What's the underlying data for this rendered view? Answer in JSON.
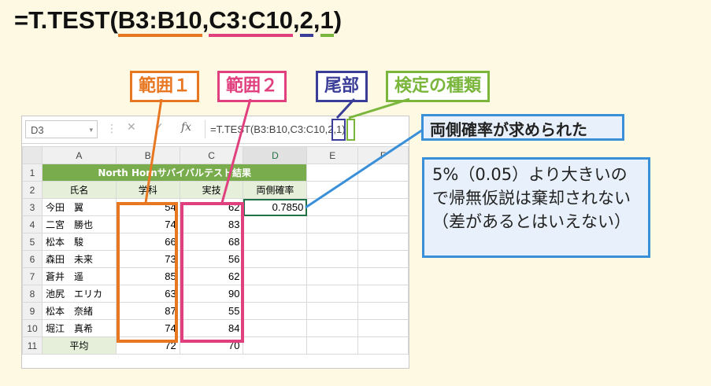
{
  "formula": {
    "prefix": "=T.TEST(",
    "arg1": "B3:B10",
    "comma1": ",",
    "arg2": "C3:C10",
    "comma2": ",",
    "arg3": "2",
    "comma3": ",",
    "arg4": "1",
    "suffix": ")"
  },
  "tags": {
    "range1": "範囲１",
    "range2": "範囲２",
    "tail": "尾部",
    "type": "検定の種類"
  },
  "excel": {
    "name_box": "D3",
    "name_box_dropdown": "▾",
    "cancel_icon": "✕",
    "enter_icon": "✓",
    "fx_label": "fx",
    "formula_bar": "=T.TEST(B3:B10,C3:C10,2,1)",
    "columns": [
      "A",
      "B",
      "C",
      "D",
      "E",
      "F"
    ],
    "title": "North Hornサバイバルテスト結果",
    "headers": [
      "氏名",
      "学科",
      "実技",
      "両側確率"
    ],
    "rows": [
      {
        "num": "3",
        "name": "今田　翼",
        "b": "54",
        "c": "62",
        "d": "0.7850"
      },
      {
        "num": "4",
        "name": "二宮　勝也",
        "b": "74",
        "c": "83",
        "d": ""
      },
      {
        "num": "5",
        "name": "松本　駿",
        "b": "66",
        "c": "68",
        "d": ""
      },
      {
        "num": "6",
        "name": "森田　未来",
        "b": "73",
        "c": "56",
        "d": ""
      },
      {
        "num": "7",
        "name": "蒼井　遥",
        "b": "85",
        "c": "62",
        "d": ""
      },
      {
        "num": "8",
        "name": "池尻　エリカ",
        "b": "63",
        "c": "90",
        "d": ""
      },
      {
        "num": "9",
        "name": "松本　奈緒",
        "b": "87",
        "c": "55",
        "d": ""
      },
      {
        "num": "10",
        "name": "堀江　真希",
        "b": "74",
        "c": "84",
        "d": ""
      }
    ],
    "avg_row": {
      "num": "11",
      "label": "平均",
      "b": "72",
      "c": "70"
    },
    "row1": "1",
    "row2": "2"
  },
  "callouts": {
    "result": "両側確率が求められた",
    "judge": "5%（0.05）より大きいので帰無仮説は棄却されない（差があるとはいえない）"
  },
  "colors": {
    "range1": "#e87722",
    "range2": "#e0407e",
    "tail": "#3b3e98",
    "type": "#7ab53c",
    "callout": "#3a8fd9",
    "table_title": "#79ac4c"
  }
}
